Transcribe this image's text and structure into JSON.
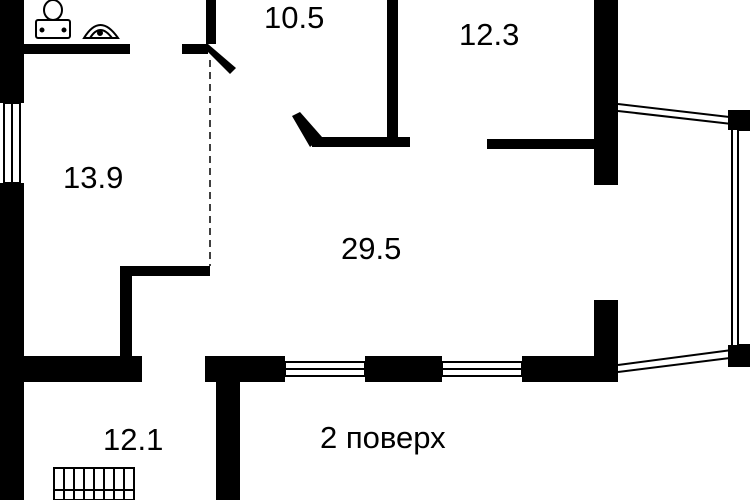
{
  "plan": {
    "caption": "2 поверх",
    "rooms": [
      {
        "id": "living",
        "area": "29.5"
      },
      {
        "id": "left-room",
        "area": "13.9"
      },
      {
        "id": "top-middle",
        "area": "10.5"
      },
      {
        "id": "top-right",
        "area": "12.3"
      },
      {
        "id": "stair-hall",
        "area": "12.1"
      }
    ]
  },
  "colors": {
    "wall": "#000000",
    "background": "#ffffff"
  },
  "icons": [
    "toilet-icon",
    "washbasin-icon",
    "staircase-icon"
  ]
}
